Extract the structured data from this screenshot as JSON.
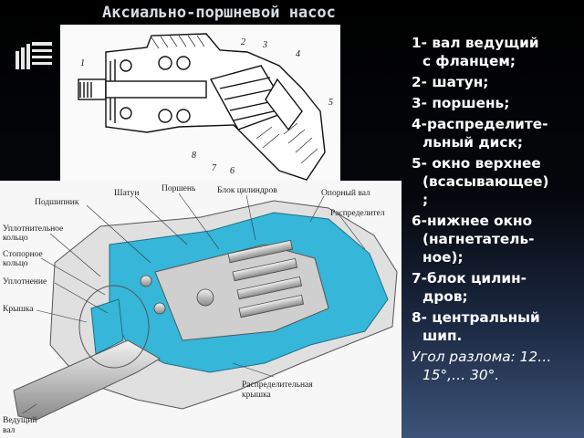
{
  "title": "Аксиально-поршневой насос",
  "legend": [
    {
      "text": "1- вал ведущий\nс фланцем;"
    },
    {
      "text": "2- шатун;"
    },
    {
      "text": "3- поршень;"
    },
    {
      "text": "4-распределите-\nльный диск;"
    },
    {
      "text": "5- окно верхнее\n(всасывающее)\n;"
    },
    {
      "text": "6-нижнее окно\n(нагнетатель-\nное);"
    },
    {
      "text": "7-блок цилин-\nдров;"
    },
    {
      "text": "8- центральный\nшип."
    }
  ],
  "note": "Угол разлома: 12…\n15°,… 30°.",
  "top_drawing": {
    "numbers": [
      "1",
      "2",
      "3",
      "4",
      "5",
      "6",
      "7",
      "8"
    ]
  },
  "bottom_drawing": {
    "labels": {
      "shatun": "Шатун",
      "porshen": "Поршень",
      "blok": "Блок цилиндров",
      "opornyi": "Опорный вал",
      "podshipnik": "Подшипник",
      "raspredelitel": "Распределител",
      "uplot_kolco_1": "Уплотнительное",
      "uplot_kolco_2": "кольцо",
      "stopor_1": "Стопорное",
      "stopor_2": "кольцо",
      "uplotnenie": "Уплотнение",
      "kryshka": "Крышка",
      "raspr_kryshka_1": "Распределительная",
      "raspr_kryshka_2": "крышка",
      "vedushiy_1": "Ведущий",
      "vedushiy_2": "вал"
    }
  },
  "colors": {
    "cyan": "#36b6d8",
    "text": "#ffffff",
    "title": "#d9dde6"
  }
}
